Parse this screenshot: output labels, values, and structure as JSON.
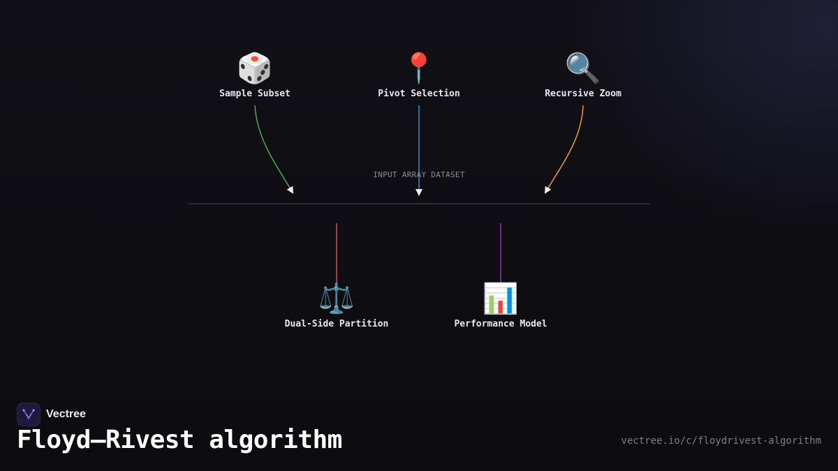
{
  "diagram": {
    "axis_label": "INPUT ARRAY DATASET",
    "nodes": [
      {
        "id": "sample-subset",
        "label": "Sample Subset",
        "icon": "🎲",
        "icon_name": "dice-icon",
        "color": "#4caf50"
      },
      {
        "id": "pivot-selection",
        "label": "Pivot Selection",
        "icon": "📍",
        "icon_name": "pin-icon",
        "color": "#2f8fe0"
      },
      {
        "id": "recursive-zoom",
        "label": "Recursive Zoom",
        "icon": "🔍",
        "icon_name": "magnifier-icon",
        "color": "#f0a020"
      },
      {
        "id": "dual-side-partition",
        "label": "Dual-Side Partition",
        "icon": "⚖️",
        "icon_name": "scales-icon",
        "color": "#e04848"
      },
      {
        "id": "performance-model",
        "label": "Performance Model",
        "icon": "📊",
        "icon_name": "bar-chart-icon",
        "color": "#9c30b0"
      }
    ]
  },
  "brand": {
    "name": "Vectree",
    "logo_color": "#8b5cf6"
  },
  "page": {
    "title": "Floyd–Rivest algorithm",
    "url": "vectree.io/c/floydrivest-algorithm"
  }
}
